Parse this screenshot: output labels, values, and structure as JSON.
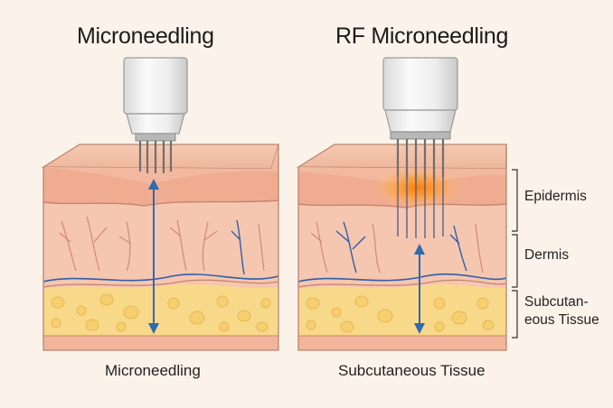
{
  "titles": {
    "left": "Microneedling",
    "right": "RF Microneedling"
  },
  "captions": {
    "left": "Microneedling",
    "right": "Subcutaneous Tissue"
  },
  "layer_labels": {
    "epidermis": "Epidermis",
    "dermis": "Dermis",
    "subcutaneous": "Subcutan-\neous Tissue"
  },
  "colors": {
    "background": "#fbf3ea",
    "epidermis": "#f2b59a",
    "dermis": "#f6c3ae",
    "fat": "#f8d98a",
    "vessels": "#2f5fa8",
    "capillaries": "#d98e7c",
    "rf_heat": "#ff8a1e",
    "arrow": "#2e6bb0"
  },
  "icons": {
    "device": "microneedling-pen-icon",
    "arrow": "double-headed-arrow-icon",
    "heat": "rf-heat-glow-icon"
  }
}
